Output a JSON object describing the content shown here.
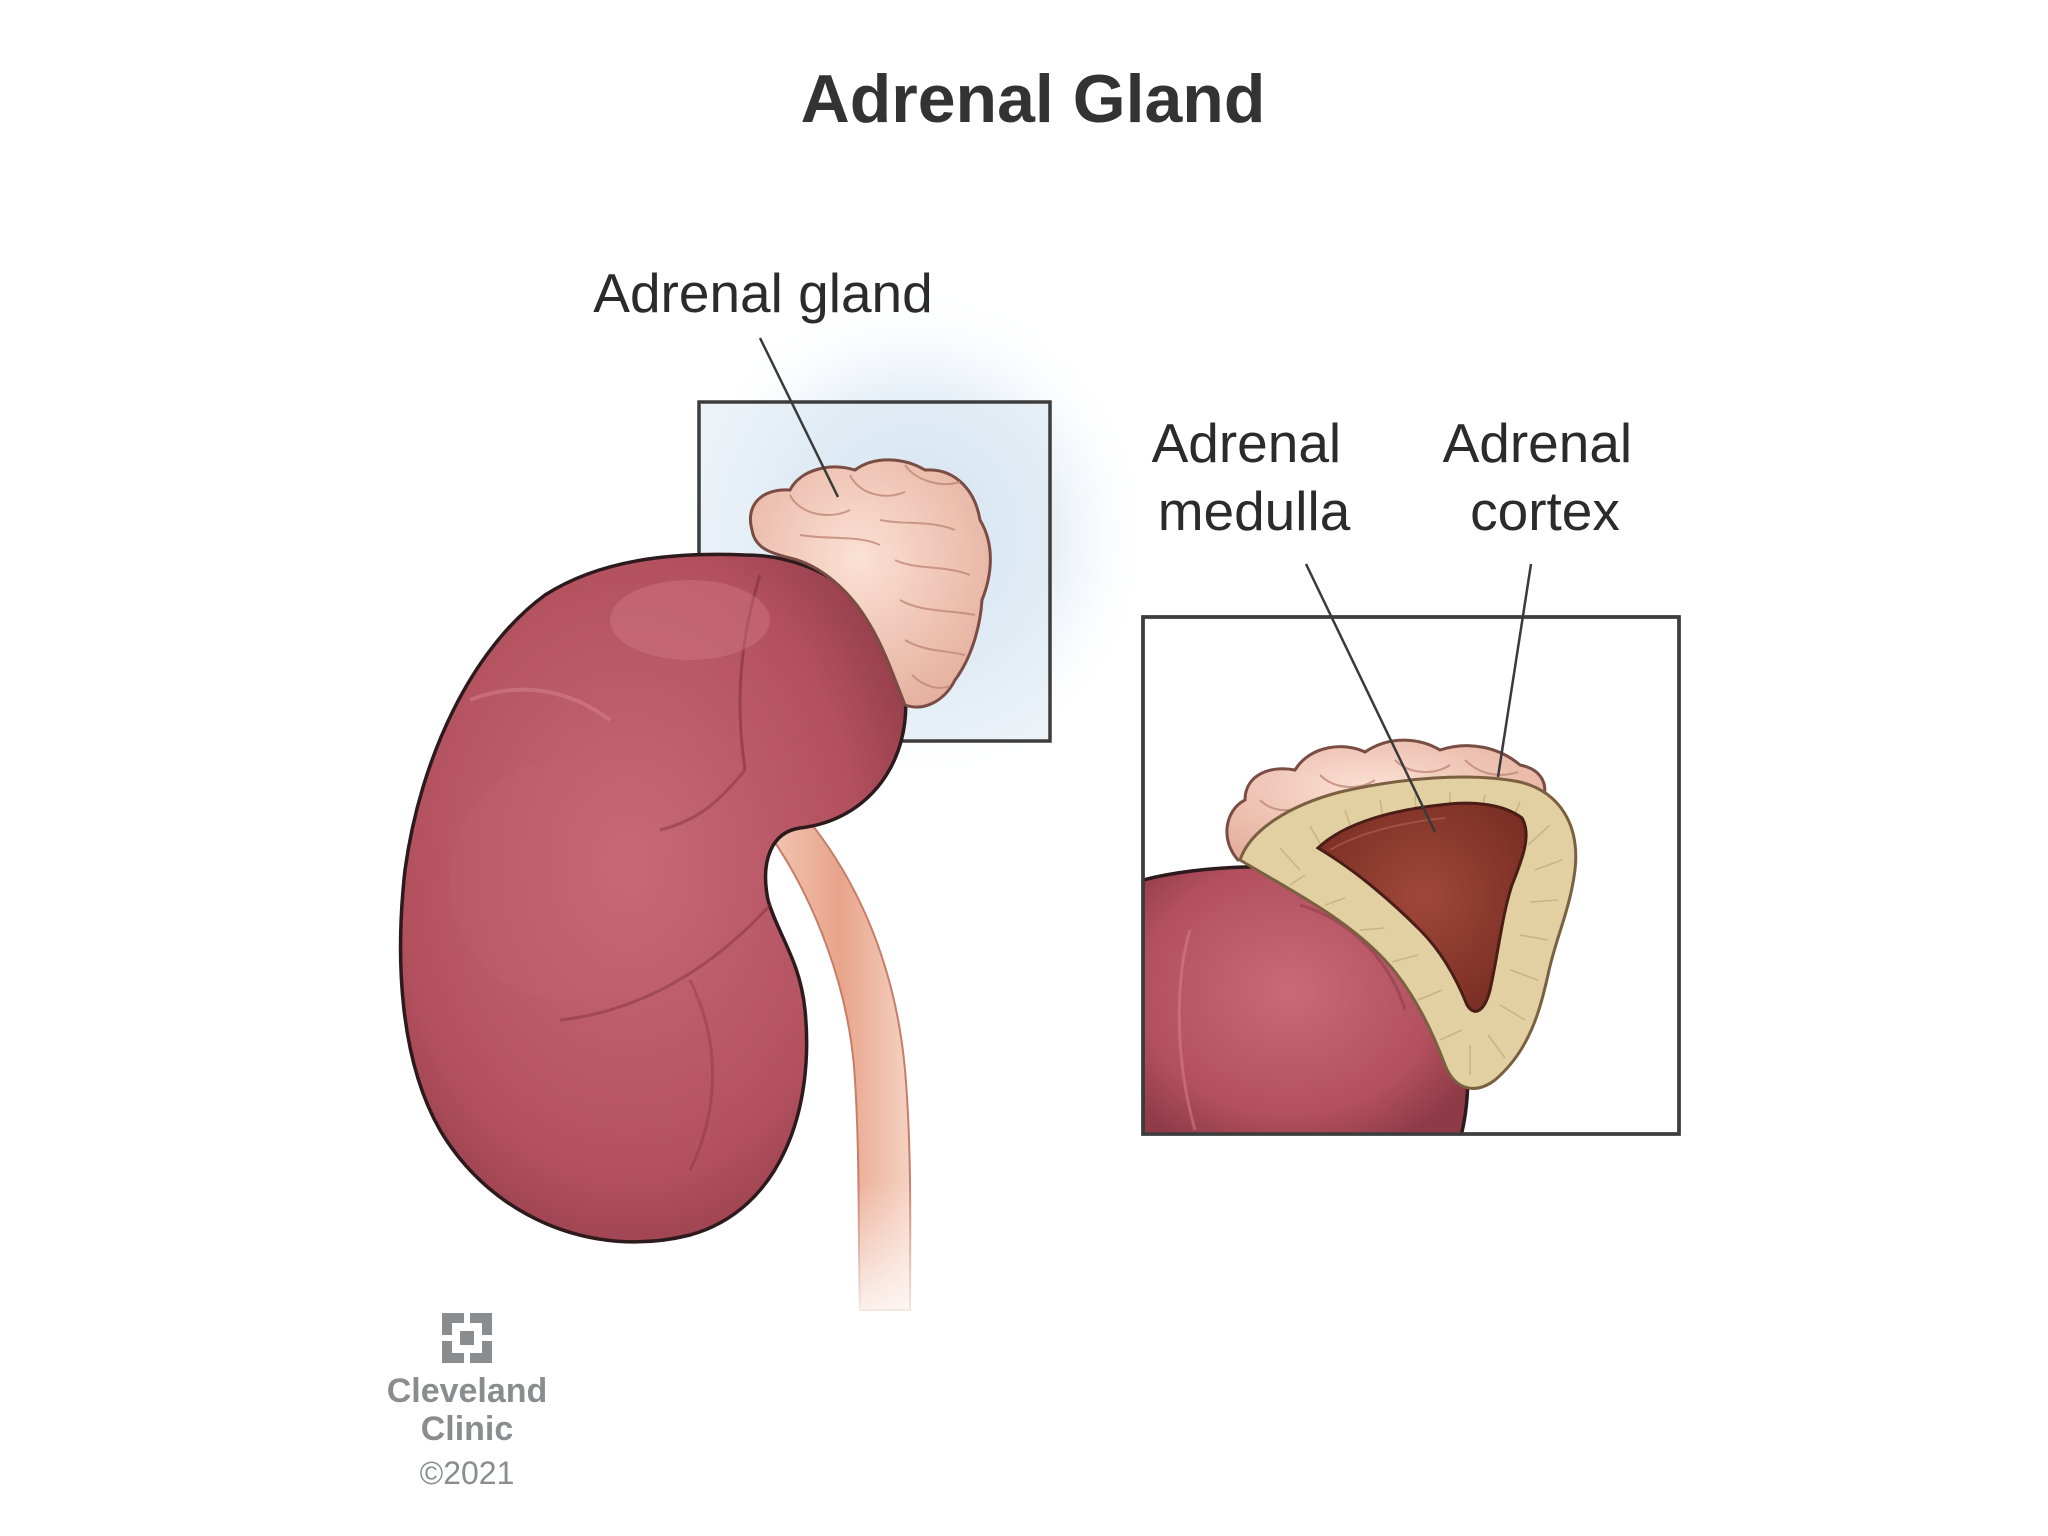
{
  "title": "Adrenal Gland",
  "labels": {
    "adrenal_gland": "Adrenal gland",
    "medulla_line1": "Adrenal",
    "medulla_line2": "medulla",
    "cortex_line1": "Adrenal",
    "cortex_line2": "cortex"
  },
  "logo": {
    "name_line1": "Cleveland",
    "name_line2": "Clinic",
    "copyright": "©2021"
  },
  "colors": {
    "kidney": "#b85563",
    "kidney_dark": "#8f3a47",
    "gland": "#f0c6b6",
    "cortex": "#e2cfa2",
    "medulla": "#8a3a2e",
    "ureter": "#eab09a",
    "highlight_box": "#dbe8f3"
  }
}
